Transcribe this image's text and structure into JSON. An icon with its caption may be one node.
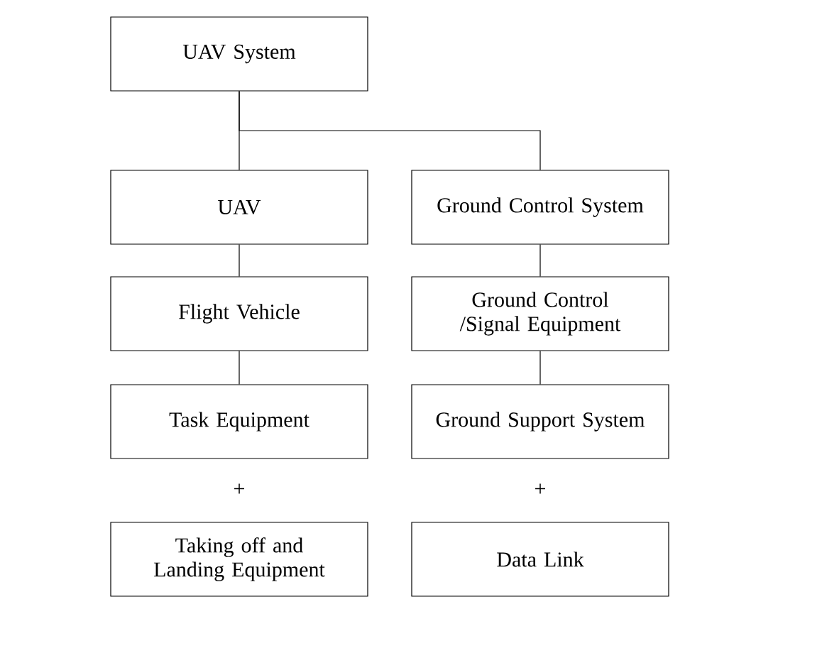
{
  "diagram": {
    "nodes": [
      {
        "text": [
          "UAV System"
        ]
      },
      {
        "text": [
          "UAV"
        ]
      },
      {
        "text": [
          "Ground Control System"
        ]
      },
      {
        "text": [
          "Flight Vehicle"
        ]
      },
      {
        "text": [
          "Ground Control /Signal Equipment"
        ]
      },
      {
        "text": [
          "Task Equipment"
        ]
      },
      {
        "text": [
          "Ground Support System"
        ]
      },
      {
        "text": [
          "Taking off and Landing Equipment"
        ]
      },
      {
        "text": [
          "Data Link"
        ]
      }
    ],
    "edges": [
      {
        "from": 0,
        "to": 1,
        "arrow": "none"
      },
      {
        "from": 0,
        "to": 2,
        "arrow": "none"
      },
      {
        "from": 1,
        "to": 3,
        "arrow": "none"
      },
      {
        "from": 3,
        "to": 5,
        "arrow": "none"
      },
      {
        "from": 2,
        "to": 4,
        "arrow": "none"
      },
      {
        "from": 4,
        "to": 6,
        "arrow": "none"
      }
    ],
    "labels": [
      "+",
      "+"
    ]
  }
}
